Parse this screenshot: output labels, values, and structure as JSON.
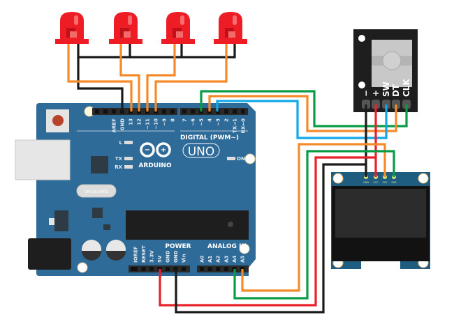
{
  "arduino": {
    "logo_text": "ARDUINO",
    "model": "UNO",
    "digital_label": "DIGITAL (PWM~)",
    "power_label": "POWER",
    "analog_label": "ANALOG IN",
    "crystal_label": "SPK16.000G",
    "led_labels": [
      "L",
      "TX",
      "RX",
      "ON"
    ],
    "top_left_pins": [
      "AREF",
      "GND",
      "13",
      "12",
      "~11",
      "~10",
      "~9",
      "8"
    ],
    "top_right_pins": [
      "7",
      "~6",
      "~5",
      "4",
      "~3",
      "2",
      "TX→1",
      "RX←0"
    ],
    "power_pins": [
      "IOREF",
      "RESET",
      "3.3V",
      "5V",
      "GND",
      "GND",
      "Vin"
    ],
    "analog_pins": [
      "A0",
      "A1",
      "A2",
      "A3",
      "A4",
      "A5"
    ],
    "board_color": "#2f6b98"
  },
  "encoder": {
    "pins": [
      "−",
      "+",
      "SW",
      "DT",
      "CLK"
    ]
  },
  "oled": {
    "pins": [
      "GND",
      "VCC",
      "SCK",
      "SDA"
    ]
  },
  "leds": {
    "count": 4,
    "color": "#ee1c24"
  },
  "wire_colors": {
    "orange": "#f58a2a",
    "black": "#1a1a1a",
    "green": "#0a9b47",
    "blue": "#10a8e8",
    "red": "#e8202a"
  }
}
